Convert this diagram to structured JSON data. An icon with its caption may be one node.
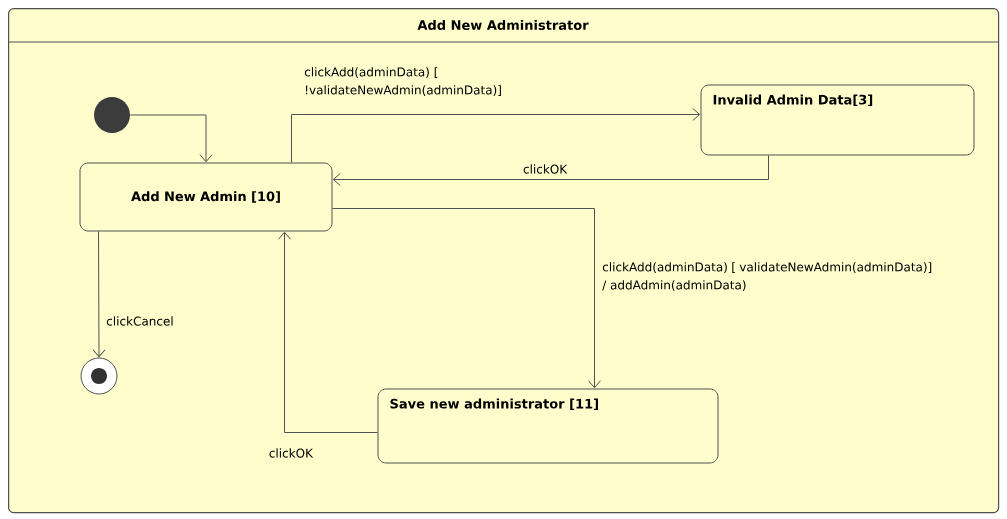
{
  "diagram": {
    "nodes": [
      {
        "text": [
          "Add New Administrator"
        ]
      },
      {
        "text": [],
        "shape": "circle",
        "in": 0
      },
      {
        "text": [
          "Add New Admin [10]"
        ],
        "in": 0
      },
      {
        "text": [
          "Invalid Admin Data[3]"
        ],
        "in": 0
      },
      {
        "text": [
          "Save new administrator [11]"
        ],
        "in": 0
      },
      {
        "text": [],
        "shape": "bullseye",
        "in": 0
      }
    ],
    "edges": [
      {
        "from": 1,
        "to": 2,
        "arrow": "to"
      },
      {
        "from": 2,
        "to": 3,
        "arrow": "to",
        "label": "clickAdd(adminData) [ !validateNewAdmin(adminData)]"
      },
      {
        "from": 3,
        "to": 2,
        "arrow": "to",
        "label": "clickOK"
      },
      {
        "from": 2,
        "to": 4,
        "arrow": "to",
        "label": "clickAdd(adminData) [ validateNewAdmin(adminData)] / addAdmin(adminData)"
      },
      {
        "from": 4,
        "to": 2,
        "arrow": "to",
        "label": "clickOK"
      },
      {
        "from": 2,
        "to": 5,
        "arrow": "to",
        "label": "clickCancel"
      }
    ]
  }
}
